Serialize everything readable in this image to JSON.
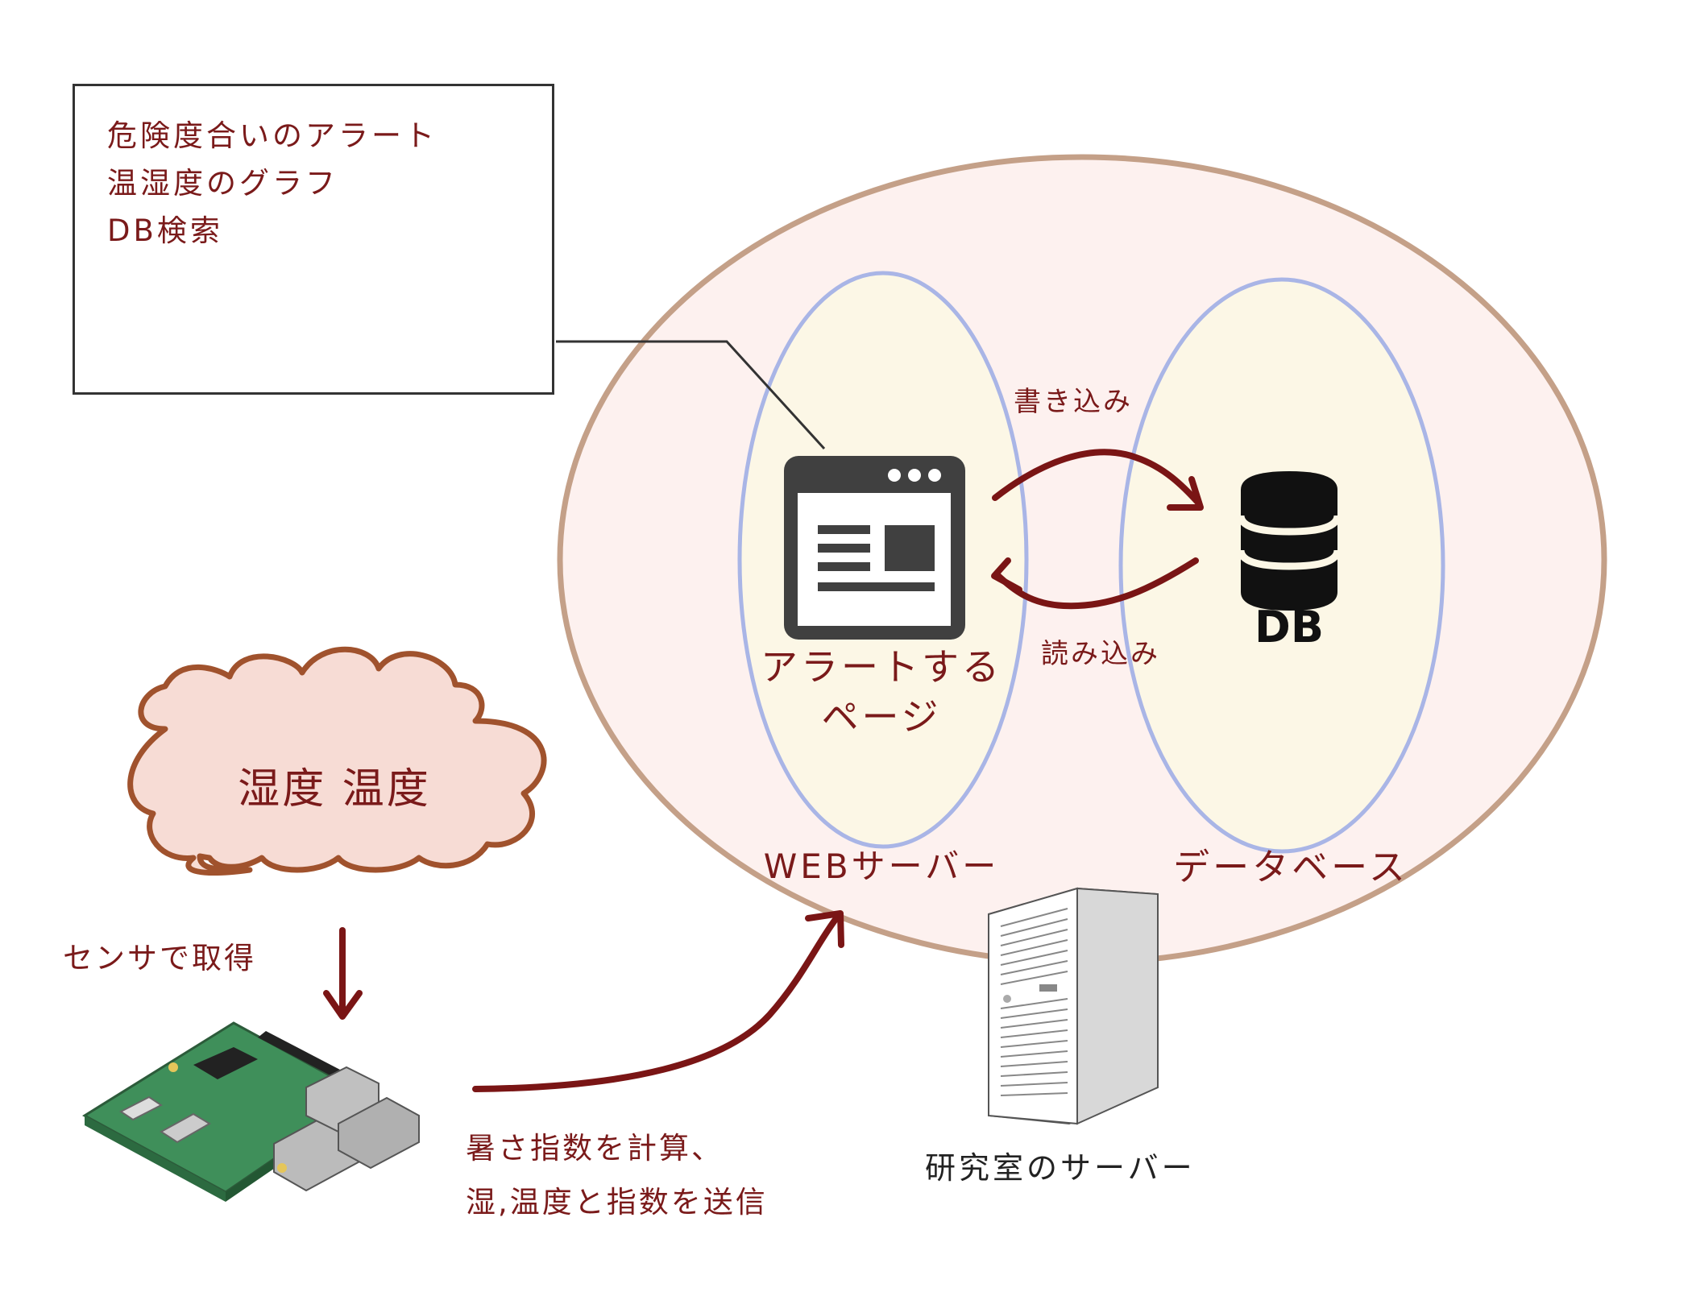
{
  "callout": {
    "lines": [
      "危険度合いのアラート",
      "温湿度のグラフ",
      "DB検索"
    ]
  },
  "labels": {
    "alert_page_line1": "アラートする",
    "alert_page_line2": "ページ",
    "web_server": "WEBサーバー",
    "database": "データベース",
    "write": "書き込み",
    "read": "読み込み",
    "db_icon_text": "DB",
    "cloud_text": "湿度 温度",
    "sensor": "センサで取得",
    "send_line1": "暑さ指数を計算、",
    "send_line2": "湿,温度と指数を送信",
    "lab_server": "研究室のサーバー"
  },
  "colors": {
    "outer_ellipse_fill": "#fdf1ef",
    "outer_ellipse_stroke": "#c4a088",
    "inner_ellipse_fill": "#fcf7e6",
    "inner_ellipse_stroke": "#a9b5e6",
    "arrow": "#7a1515",
    "text_red": "#7a1a1a",
    "cloud_fill": "#f7dcd5",
    "cloud_stroke": "#a0522d",
    "browser_icon": "#404040"
  }
}
